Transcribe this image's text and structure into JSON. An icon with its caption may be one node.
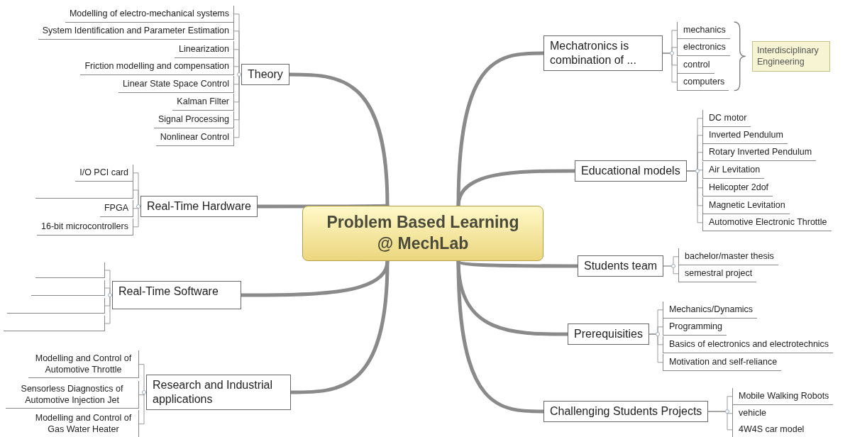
{
  "diagram": {
    "nodes": [
      {
        "text": [
          "Problem Based Learning @ MechLab"
        ]
      },
      {
        "text": [
          "Theory"
        ]
      },
      {
        "text": [
          "Modelling of electro-mechanical systems"
        ]
      },
      {
        "text": [
          "System Identification and Parameter Estimation"
        ]
      },
      {
        "text": [
          "Linearization"
        ]
      },
      {
        "text": [
          "Friction modelling and compensation"
        ]
      },
      {
        "text": [
          "Linear State Space Control"
        ]
      },
      {
        "text": [
          "Kalman Filter"
        ]
      },
      {
        "text": [
          "Signal Processing"
        ]
      },
      {
        "text": [
          "Nonlinear Control"
        ]
      },
      {
        "text": [
          "Real-Time Hardware"
        ]
      },
      {
        "text": [
          "I/O PCI card"
        ]
      },
      {
        "text": [],
        "shape": "box"
      },
      {
        "text": [
          "FPGA"
        ]
      },
      {
        "text": [
          "16-bit microcontrollers"
        ]
      },
      {
        "text": [
          "Real-Time Software"
        ]
      },
      {
        "text": [],
        "shape": "box"
      },
      {
        "text": [],
        "shape": "box"
      },
      {
        "text": [],
        "shape": "box"
      },
      {
        "text": [],
        "shape": "box"
      },
      {
        "text": [
          "Research and Industrial applications"
        ]
      },
      {
        "text": [
          "Modelling and Control of Automotive Throttle"
        ]
      },
      {
        "text": [
          "Sensorless Diagnostics of Automotive Injection Jet"
        ]
      },
      {
        "text": [
          "Modelling and Control of Gas Water Heater"
        ]
      },
      {
        "text": [
          "Mechatronics is combination of ..."
        ]
      },
      {
        "text": [
          "mechanics"
        ]
      },
      {
        "text": [
          "electronics"
        ]
      },
      {
        "text": [
          "control"
        ]
      },
      {
        "text": [
          "computers"
        ]
      },
      {
        "text": [
          "Interdisciplinary Engineering"
        ]
      },
      {
        "text": [
          "Educational models"
        ]
      },
      {
        "text": [
          "DC motor"
        ]
      },
      {
        "text": [
          "Inverted Pendulum"
        ]
      },
      {
        "text": [
          "Rotary Inverted Pendulum"
        ]
      },
      {
        "text": [
          "Air Levitation"
        ]
      },
      {
        "text": [
          "Helicopter 2dof"
        ]
      },
      {
        "text": [
          "Magnetic Levitation"
        ]
      },
      {
        "text": [
          "Automotive Electronic Throttle"
        ]
      },
      {
        "text": [
          "Students team"
        ]
      },
      {
        "text": [
          "bachelor/master thesis"
        ]
      },
      {
        "text": [
          "semestral project"
        ]
      },
      {
        "text": [
          "Prerequisities"
        ]
      },
      {
        "text": [
          "Mechanics/Dynamics"
        ]
      },
      {
        "text": [
          "Programming"
        ]
      },
      {
        "text": [
          "Basics of electronics and electrotechnics"
        ]
      },
      {
        "text": [
          "Motivation and self-reliance"
        ]
      },
      {
        "text": [
          "Challenging Students Projects"
        ]
      },
      {
        "text": [
          "Mobile Walking Robots"
        ]
      },
      {
        "text": [
          "vehicle"
        ]
      },
      {
        "text": [
          "4W4S car model"
        ]
      }
    ],
    "edges": [
      {
        "from": 0,
        "to": 1,
        "arrow": "none",
        "style": "thick"
      },
      {
        "from": 0,
        "to": 10,
        "arrow": "none",
        "style": "thick"
      },
      {
        "from": 0,
        "to": 15,
        "arrow": "none",
        "style": "thick"
      },
      {
        "from": 0,
        "to": 20,
        "arrow": "none",
        "style": "thick"
      },
      {
        "from": 0,
        "to": 24,
        "arrow": "none",
        "style": "thick"
      },
      {
        "from": 0,
        "to": 30,
        "arrow": "none",
        "style": "thick"
      },
      {
        "from": 0,
        "to": 38,
        "arrow": "none",
        "style": "thick"
      },
      {
        "from": 0,
        "to": 41,
        "arrow": "none",
        "style": "thick"
      },
      {
        "from": 0,
        "to": 46,
        "arrow": "none",
        "style": "thick"
      },
      {
        "from": 1,
        "to": 2,
        "arrow": "none"
      },
      {
        "from": 1,
        "to": 3,
        "arrow": "none"
      },
      {
        "from": 1,
        "to": 4,
        "arrow": "none"
      },
      {
        "from": 1,
        "to": 5,
        "arrow": "none"
      },
      {
        "from": 1,
        "to": 6,
        "arrow": "none"
      },
      {
        "from": 1,
        "to": 7,
        "arrow": "none"
      },
      {
        "from": 1,
        "to": 8,
        "arrow": "none"
      },
      {
        "from": 1,
        "to": 9,
        "arrow": "none"
      },
      {
        "from": 10,
        "to": 11,
        "arrow": "none"
      },
      {
        "from": 10,
        "to": 12,
        "arrow": "none"
      },
      {
        "from": 10,
        "to": 13,
        "arrow": "none"
      },
      {
        "from": 10,
        "to": 14,
        "arrow": "none"
      },
      {
        "from": 15,
        "to": 16,
        "arrow": "none"
      },
      {
        "from": 15,
        "to": 17,
        "arrow": "none"
      },
      {
        "from": 15,
        "to": 18,
        "arrow": "none"
      },
      {
        "from": 15,
        "to": 19,
        "arrow": "none"
      },
      {
        "from": 20,
        "to": 21,
        "arrow": "none"
      },
      {
        "from": 20,
        "to": 22,
        "arrow": "none"
      },
      {
        "from": 20,
        "to": 23,
        "arrow": "none"
      },
      {
        "from": 24,
        "to": 25,
        "arrow": "none"
      },
      {
        "from": 24,
        "to": 26,
        "arrow": "none"
      },
      {
        "from": 24,
        "to": 27,
        "arrow": "none"
      },
      {
        "from": 24,
        "to": 28,
        "arrow": "none"
      },
      {
        "from": 30,
        "to": 31,
        "arrow": "none"
      },
      {
        "from": 30,
        "to": 32,
        "arrow": "none"
      },
      {
        "from": 30,
        "to": 33,
        "arrow": "none"
      },
      {
        "from": 30,
        "to": 34,
        "arrow": "none"
      },
      {
        "from": 30,
        "to": 35,
        "arrow": "none"
      },
      {
        "from": 30,
        "to": 36,
        "arrow": "none"
      },
      {
        "from": 30,
        "to": 37,
        "arrow": "none"
      },
      {
        "from": 38,
        "to": 39,
        "arrow": "none"
      },
      {
        "from": 38,
        "to": 40,
        "arrow": "none"
      },
      {
        "from": 41,
        "to": 42,
        "arrow": "none"
      },
      {
        "from": 41,
        "to": 43,
        "arrow": "none"
      },
      {
        "from": 41,
        "to": 44,
        "arrow": "none"
      },
      {
        "from": 41,
        "to": 45,
        "arrow": "none"
      },
      {
        "from": 46,
        "to": 47,
        "arrow": "none"
      },
      {
        "from": 46,
        "to": 48,
        "arrow": "none"
      },
      {
        "from": 46,
        "to": 49,
        "arrow": "none"
      }
    ]
  }
}
